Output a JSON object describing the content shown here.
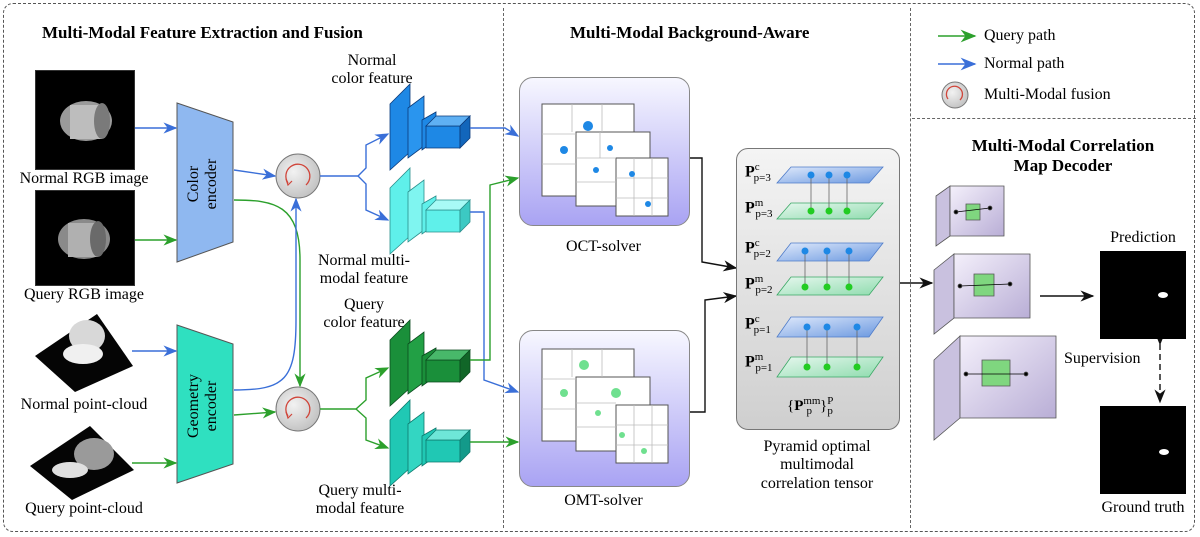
{
  "sections": {
    "extraction": "Multi-Modal Feature Extraction and Fusion",
    "background": "Multi-Modal Background-Aware",
    "decoder_line1": "Multi-Modal Correlation",
    "decoder_line2": "Map Decoder"
  },
  "legend": {
    "query_path": "Query path",
    "normal_path": "Normal path",
    "fusion": "Multi-Modal fusion"
  },
  "inputs": {
    "normal_rgb": "Normal RGB image",
    "query_rgb": "Query RGB image",
    "normal_pc": "Normal point-cloud",
    "query_pc": "Query point-cloud"
  },
  "encoders": {
    "color_line1": "Color",
    "color_line2": "encoder",
    "geometry_line1": "Geometry",
    "geometry_line2": "encoder"
  },
  "features": {
    "normal_color_line1": "Normal",
    "normal_color_line2": "color feature",
    "normal_mm_line1": "Normal multi-",
    "normal_mm_line2": "modal feature",
    "query_color_line1": "Query",
    "query_color_line2": "color feature",
    "query_mm_line1": "Query multi-",
    "query_mm_line2": "modal feature"
  },
  "solvers": {
    "oct": "OCT-solver",
    "omt": "OMT-solver"
  },
  "tensor": {
    "caption_line1": "Pyramid optimal",
    "caption_line2": "multimodal",
    "caption_line3": "correlation tensor",
    "bold_P": "P",
    "sup_c": "c",
    "sup_m": "m",
    "sub_p3": "p=3",
    "sub_p2": "p=2",
    "sub_p1": "p=1",
    "brace_open": "{",
    "sup_mm": "mm",
    "sub_p": "p",
    "brace_close": "}",
    "sup_P": "P",
    "sub_p_outer": "p"
  },
  "decoder": {
    "prediction": "Prediction",
    "supervision": "Supervision",
    "ground_truth": "Ground truth"
  },
  "colors": {
    "query_arrow": "#2ca02c",
    "normal_arrow": "#3a6fd8",
    "color_encoder": "#8fb8f0",
    "geometry_encoder": "#2fe0c0",
    "normal_color_cube": "#1e88e5",
    "normal_mm_cube": "#5ff0ea",
    "query_color_cube": "#1a8f3a",
    "query_mm_cube": "#20c8b4",
    "solver_fill": "#a9a3f3",
    "plane_blue": "#8fb4ea",
    "plane_green": "#a8e6c0"
  }
}
